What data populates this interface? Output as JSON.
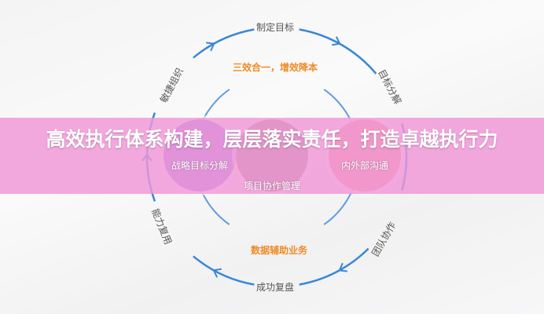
{
  "outer_labels": {
    "top": "制定目标",
    "top_right": "目标分解",
    "bottom_right": "团队协作",
    "bottom": "成功复盘",
    "bottom_left": "能力复用",
    "top_left": "敏捷组织"
  },
  "inner_labels": {
    "top": "三效合一，增效降本",
    "bottom": "数据辅助业务"
  },
  "circles": [
    {
      "label": "战略目标分解",
      "color": "#9b7fe0"
    },
    {
      "label": "项目协作管理",
      "color": "#a88f8f"
    },
    {
      "label": "内外部沟通",
      "color": "#f59b95"
    }
  ],
  "title": "高效执行体系构建，层层落实责任，打造卓越执行力",
  "colors": {
    "ring": "#3a86d8",
    "accent": "#f08a24",
    "banner": "#f096d7"
  }
}
